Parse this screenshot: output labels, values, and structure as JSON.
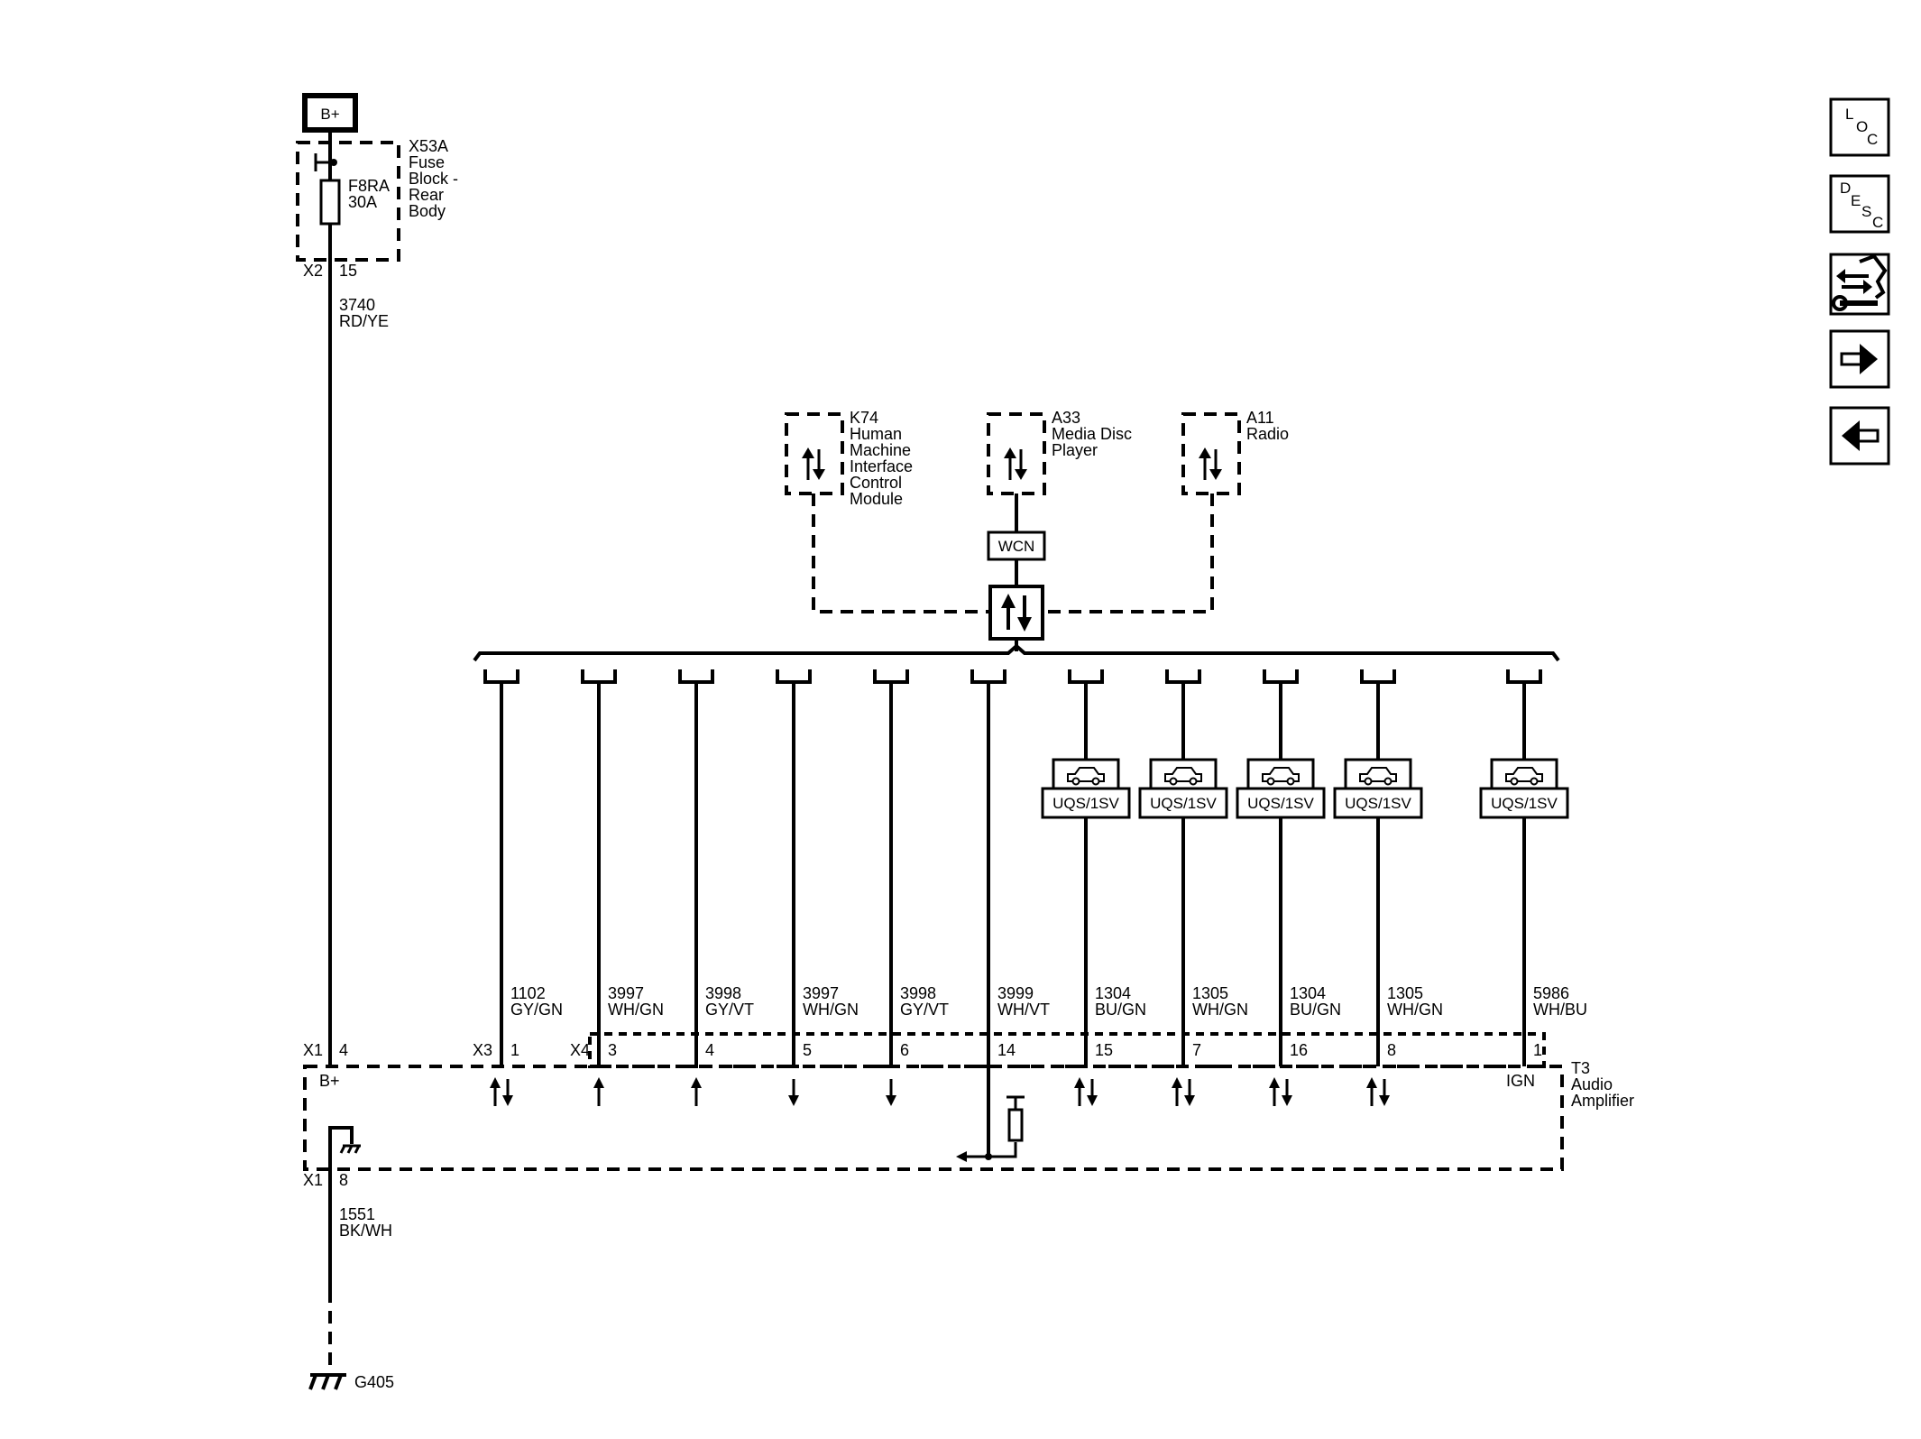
{
  "power_source": {
    "label": "B+"
  },
  "fuse_block": {
    "name_lines": [
      "X53A",
      "Fuse",
      "Block -",
      "Rear",
      "Body"
    ],
    "fuse_lines": [
      "F8RA",
      "30A"
    ],
    "connector": "X2",
    "pin": "15"
  },
  "power_wire": {
    "circuit": "3740",
    "color": "RD/YE"
  },
  "modules": [
    {
      "lines": [
        "K74",
        "Human",
        "Machine",
        "Interface",
        "Control",
        "Module"
      ]
    },
    {
      "lines": [
        "A33",
        "Media Disc",
        "Player"
      ]
    },
    {
      "lines": [
        "A11",
        "Radio"
      ]
    }
  ],
  "wcn_label": "WCN",
  "option_label": "UQS/1SV",
  "wires": [
    {
      "circuit": "1102",
      "color": "GY/GN",
      "pin": "1",
      "connector": "X3",
      "dir": "bi",
      "option": false
    },
    {
      "circuit": "3997",
      "color": "WH/GN",
      "pin": "3",
      "connector": "X4",
      "dir": "up",
      "option": false
    },
    {
      "circuit": "3998",
      "color": "GY/VT",
      "pin": "4",
      "connector": "",
      "dir": "up",
      "option": false
    },
    {
      "circuit": "3997",
      "color": "WH/GN",
      "pin": "5",
      "connector": "",
      "dir": "down",
      "option": false
    },
    {
      "circuit": "3998",
      "color": "GY/VT",
      "pin": "6",
      "connector": "",
      "dir": "down",
      "option": false
    },
    {
      "circuit": "3999",
      "color": "WH/VT",
      "pin": "14",
      "connector": "",
      "dir": "resistor",
      "option": false
    },
    {
      "circuit": "1304",
      "color": "BU/GN",
      "pin": "15",
      "connector": "",
      "dir": "bi",
      "option": true
    },
    {
      "circuit": "1305",
      "color": "WH/GN",
      "pin": "7",
      "connector": "",
      "dir": "bi",
      "option": true
    },
    {
      "circuit": "1304",
      "color": "BU/GN",
      "pin": "16",
      "connector": "",
      "dir": "bi",
      "option": true
    },
    {
      "circuit": "1305",
      "color": "WH/GN",
      "pin": "8",
      "connector": "",
      "dir": "bi",
      "option": true
    },
    {
      "circuit": "5986",
      "color": "WH/BU",
      "pin": "1",
      "connector": "",
      "dir": "ign",
      "option": true
    }
  ],
  "amplifier": {
    "name_lines": [
      "T3",
      "Audio",
      "Amplifier"
    ],
    "b_plus_connector": "X1",
    "b_plus_pin": "4",
    "b_plus_label": "B+",
    "ign_label": "IGN",
    "ground_connector": "X1",
    "ground_pin": "8"
  },
  "ground_wire": {
    "circuit": "1551",
    "color": "BK/WH"
  },
  "ground": {
    "label": "G405"
  },
  "nav": [
    {
      "id": "loc",
      "letters": [
        "L",
        "O",
        "C"
      ]
    },
    {
      "id": "desc",
      "letters": [
        "D",
        "E",
        "S",
        "C"
      ]
    },
    {
      "id": "connector",
      "icon": "connector-wrench-icon"
    },
    {
      "id": "next",
      "icon": "arrow-right-icon"
    },
    {
      "id": "prev",
      "icon": "arrow-left-icon"
    }
  ]
}
